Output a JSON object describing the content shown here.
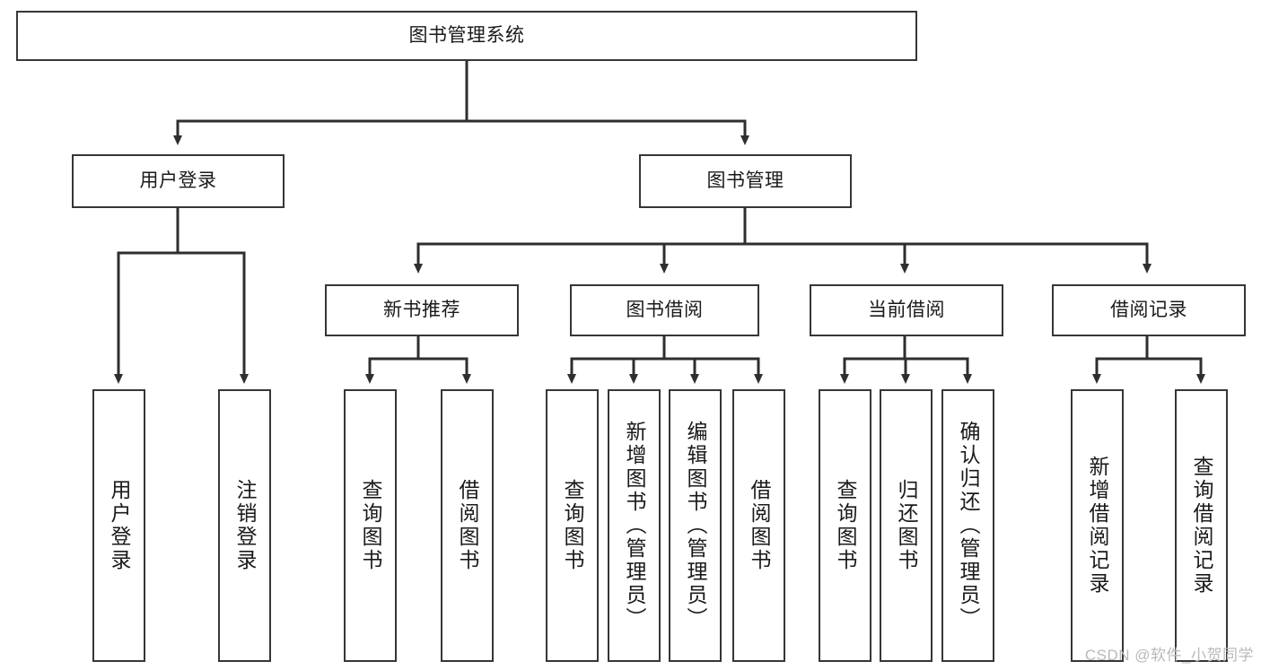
{
  "diagram": {
    "type": "tree-hierarchy-flowchart",
    "title_box": {
      "label": "图书管理系统"
    },
    "level2": [
      {
        "id": "user-login",
        "label": "用户登录"
      },
      {
        "id": "book-management",
        "label": "图书管理"
      }
    ],
    "level3": [
      {
        "id": "new-book-recommend",
        "label": "新书推荐"
      },
      {
        "id": "book-borrow",
        "label": "图书借阅"
      },
      {
        "id": "current-borrow",
        "label": "当前借阅"
      },
      {
        "id": "borrow-record",
        "label": "借阅记录"
      }
    ],
    "leaves": [
      {
        "id": "leaf-user-login",
        "label": "用户登录",
        "parent": "user-login"
      },
      {
        "id": "leaf-logout-login",
        "label": "注销登录",
        "parent": "user-login"
      },
      {
        "id": "leaf-query-book-1",
        "label": "查询图书",
        "parent": "new-book-recommend"
      },
      {
        "id": "leaf-borrow-book-1",
        "label": "借阅图书",
        "parent": "new-book-recommend"
      },
      {
        "id": "leaf-query-book-2",
        "label": "查询图书",
        "parent": "book-borrow"
      },
      {
        "id": "leaf-add-book",
        "label": "新增图书（管理员）",
        "parent": "book-borrow"
      },
      {
        "id": "leaf-edit-book",
        "label": "编辑图书（管理员）",
        "parent": "book-borrow"
      },
      {
        "id": "leaf-borrow-book-2",
        "label": "借阅图书",
        "parent": "book-borrow"
      },
      {
        "id": "leaf-query-book-3",
        "label": "查询图书",
        "parent": "current-borrow"
      },
      {
        "id": "leaf-return-book",
        "label": "归还图书",
        "parent": "current-borrow"
      },
      {
        "id": "leaf-confirm-return",
        "label": "确认归还（管理员）",
        "parent": "current-borrow"
      },
      {
        "id": "leaf-add-borrow-record",
        "label": "新增借阅记录",
        "parent": "borrow-record"
      },
      {
        "id": "leaf-query-borrow-record",
        "label": "查询借阅记录",
        "parent": "borrow-record"
      }
    ],
    "watermark": "CSDN @软件_小贺同学",
    "colors": {
      "box_border": "#363636",
      "box_fill": "#ffffff",
      "connector": "#2e2e2e",
      "text": "#1a1a1a",
      "watermark": "#b9b9b9",
      "canvas": "#ffffff"
    }
  }
}
